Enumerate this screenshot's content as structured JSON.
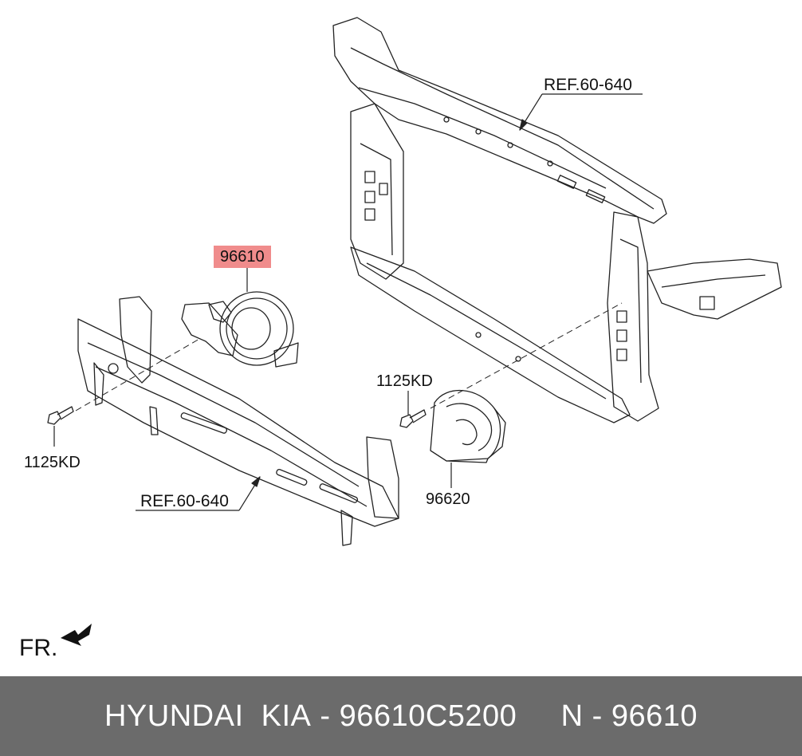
{
  "callouts": {
    "ref_top": "REF.60-640",
    "ref_bottom": "REF.60-640",
    "part_highlighted": "96610",
    "part_low_horn": "96620",
    "bolt_left": "1125KD",
    "bolt_right": "1125KD"
  },
  "orientation": {
    "label": "FR."
  },
  "footer": {
    "brand": "HYUNDAI  KIA",
    "sep1": " - ",
    "part_number": "96610C5200",
    "gap": "     ",
    "code_prefix": "N",
    "sep2": " - ",
    "code": "96610"
  },
  "colors": {
    "highlight": "#f08c8c",
    "footer_bg": "#6b6b6b",
    "line": "#222222"
  }
}
